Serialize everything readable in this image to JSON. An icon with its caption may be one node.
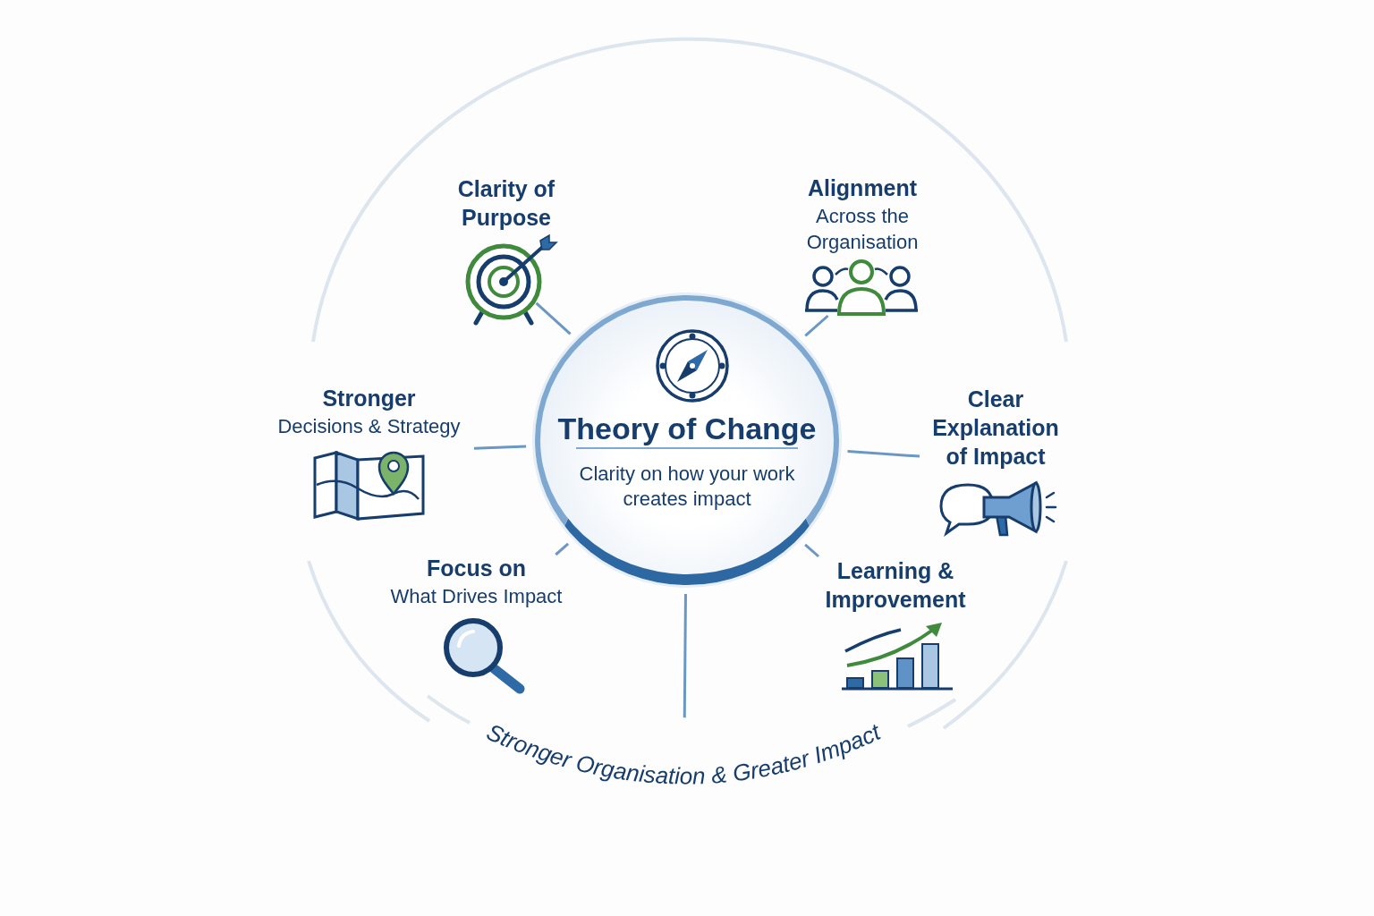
{
  "diagram": {
    "nodes": [
      {
        "text": [
          "Theory of Change",
          "Clarity on how your work creates impact"
        ]
      },
      {
        "text": [
          "Clarity of Purpose"
        ]
      },
      {
        "text": [
          "Alignment",
          "Across the Organisation"
        ]
      },
      {
        "text": [
          "Stronger",
          "Decisions & Strategy"
        ]
      },
      {
        "text": [
          "Clear Explanation of Impact"
        ]
      },
      {
        "text": [
          "Focus on",
          "What Drives Impact"
        ]
      },
      {
        "text": [
          "Learning & Improvement"
        ]
      },
      {
        "text": [
          "Stronger Organisation & Greater Impact"
        ]
      }
    ],
    "edges": [
      {
        "from": 0,
        "to": 1,
        "arrow": "none"
      },
      {
        "from": 0,
        "to": 2,
        "arrow": "none"
      },
      {
        "from": 0,
        "to": 3,
        "arrow": "none"
      },
      {
        "from": 0,
        "to": 4,
        "arrow": "none"
      },
      {
        "from": 0,
        "to": 5,
        "arrow": "none"
      },
      {
        "from": 0,
        "to": 6,
        "arrow": "none"
      },
      {
        "from": 0,
        "to": 7,
        "arrow": "none"
      }
    ]
  }
}
